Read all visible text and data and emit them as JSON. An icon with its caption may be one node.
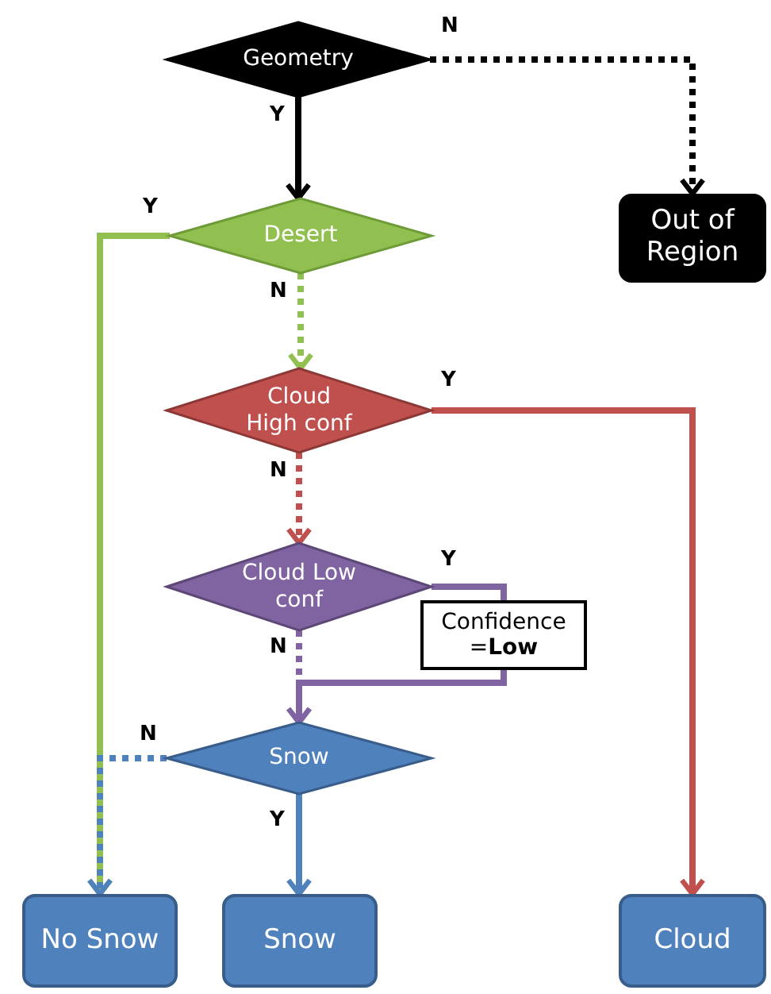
{
  "diagram": {
    "nodes": [
      {
        "text": [
          "Geometry"
        ]
      },
      {
        "text": [
          "Out of Region"
        ]
      },
      {
        "text": [
          "Desert"
        ]
      },
      {
        "text": [
          "Cloud High conf"
        ]
      },
      {
        "text": [
          "Cloud Low conf"
        ]
      },
      {
        "text": [
          "Confidence =**Low**"
        ]
      },
      {
        "text": [
          "Snow"
        ]
      },
      {
        "text": [
          "No Snow"
        ]
      },
      {
        "text": [
          "Snow"
        ]
      },
      {
        "text": [
          "Cloud"
        ]
      }
    ],
    "edges": [
      {
        "from": 0,
        "to": 1,
        "arrow": "to",
        "label": "N",
        "style": "dashed",
        "color": "#000000"
      },
      {
        "from": 0,
        "to": 2,
        "arrow": "to",
        "label": "Y",
        "color": "#000000"
      },
      {
        "from": 2,
        "to": 7,
        "arrow": "to",
        "label": "Y",
        "color": "#92c050"
      },
      {
        "from": 2,
        "to": 3,
        "arrow": "to",
        "label": "N",
        "style": "dashed",
        "color": "#92c050"
      },
      {
        "from": 3,
        "to": 9,
        "arrow": "to",
        "label": "Y",
        "color": "#c0504d"
      },
      {
        "from": 3,
        "to": 4,
        "arrow": "to",
        "label": "N",
        "style": "dashed",
        "color": "#c0504d"
      },
      {
        "from": 4,
        "to": 5,
        "arrow": "none",
        "label": "Y",
        "color": "#8064a2"
      },
      {
        "from": 4,
        "to": 6,
        "arrow": "to",
        "label": "N",
        "style": "dashed",
        "color": "#8064a2"
      },
      {
        "from": 5,
        "to": 6,
        "arrow": "to",
        "color": "#8064a2"
      },
      {
        "from": 6,
        "to": 7,
        "arrow": "to",
        "label": "N",
        "style": "dashed",
        "color": "#4f81bd"
      },
      {
        "from": 6,
        "to": 8,
        "arrow": "to",
        "label": "Y",
        "color": "#4f81bd"
      }
    ]
  }
}
